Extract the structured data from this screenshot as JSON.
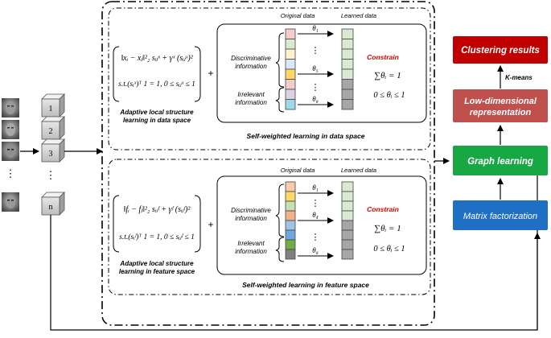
{
  "cube_labels": [
    "1",
    "2",
    "3",
    "n"
  ],
  "ellipsis": "⋮",
  "plus": "+",
  "top_panel": {
    "formula_line1": "‖xᵢ − xⱼ‖²₂ sᵢⱼˣ + γˣ (sᵢⱼˣ)²",
    "formula_line2": "s.t.(sᵢˣ)ᵀ 1 = 1, 0 ≤ sᵢⱼˣ ≤ 1",
    "caption_line1": "Adaptive local structure",
    "caption_line2": "learning in data space",
    "col_original": "Original data",
    "col_learned": "Learned data",
    "discriminative_line1": "Discriminative",
    "discriminative_line2": "information",
    "irrelevant_line1": "Irrelevant",
    "irrelevant_line2": "information",
    "theta_labels": [
      "θ₁",
      "θ₅",
      "θ₈"
    ],
    "constrain": "Constrain",
    "constraint_sum": "∑θᵢ = 1",
    "constraint_range": "0 ≤ θᵢ ≤ 1",
    "title": "Self-weighted learning in data space"
  },
  "bottom_panel": {
    "formula_line1": "‖fᵢ − fⱼ‖²₂ sᵢⱼᶠ + γᶠ (sᵢⱼᶠ)²",
    "formula_line2": "s.t.(sᵢᶠ)ᵀ 1 = 1, 0 ≤ sᵢⱼᶠ ≤ 1",
    "caption_line1": "Adaptive local structure",
    "caption_line2": "learning in feature space",
    "col_original": "Original data",
    "col_learned": "Learned data",
    "discriminative_line1": "Discriminative",
    "discriminative_line2": "information",
    "irrelevant_line1": "Irrelevant",
    "irrelevant_line2": "information",
    "theta_labels": [
      "θ₁",
      "θ₄",
      "θ₈"
    ],
    "constrain": "Constrain",
    "constraint_sum": "∑θᵢ = 1",
    "constraint_range": "0 ≤ θᵢ ≤ 1",
    "title": "Self-weighted learning in feature space"
  },
  "pipeline": {
    "clustering": "Clustering results",
    "kmeans": "K-means",
    "lowdim_line1": "Low-dimensional",
    "lowdim_line2": "representation",
    "graph": "Graph learning",
    "matrix": "Matrix factorization"
  },
  "colors": {
    "clustering": "#c00000",
    "lowdim": "#c0504d",
    "graph": "#17a844",
    "matrix": "#1f6fc4",
    "constrain_text": "#e00000",
    "learned_cell": "#d9ead3",
    "learned_cell_gray": "#a6a6a6",
    "orig_top": [
      "#f4cccc",
      "#d9ead3",
      "#fff2cc",
      "#dae8fc",
      "#ffd966",
      "#f4cccc",
      "#d9d2e9",
      "#d5e8d4",
      "#9fd8e6"
    ],
    "orig_bottom": [
      "#f8cbad",
      "#ffd966",
      "#c6e0b4",
      "#f4b183",
      "#9dc3e6",
      "#6fa8dc",
      "#70ad47",
      "#808080"
    ]
  }
}
